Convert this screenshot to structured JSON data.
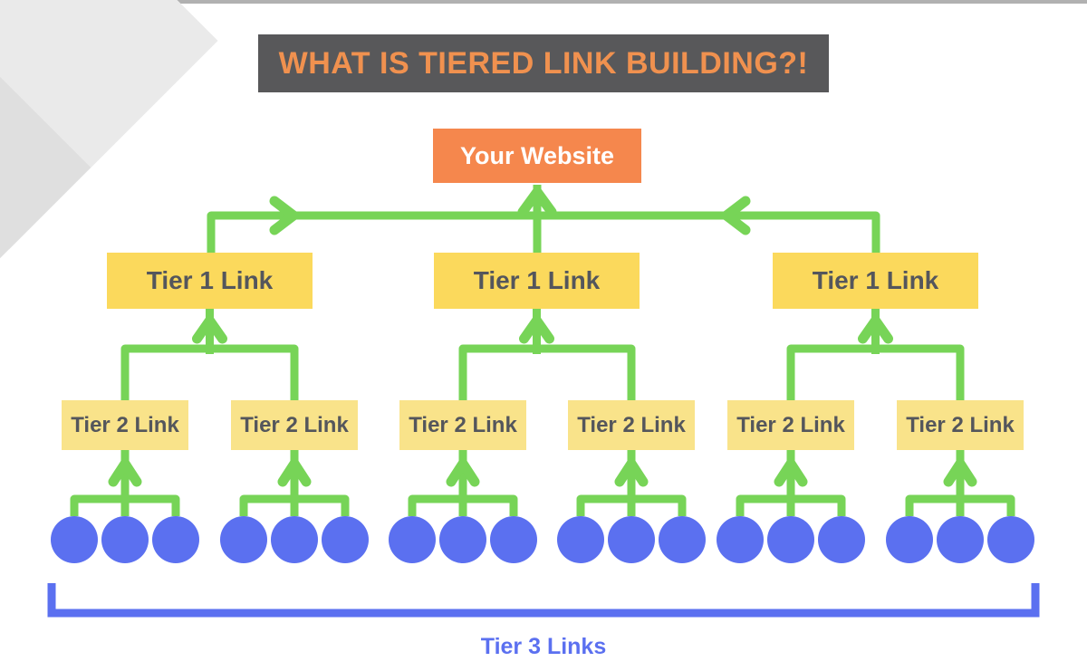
{
  "title": {
    "text": "WHAT IS TIERED LINK BUILDING?!"
  },
  "website_box": {
    "label": "Your Website"
  },
  "tier1": {
    "labels": [
      "Tier 1 Link",
      "Tier 1 Link",
      "Tier 1 Link"
    ]
  },
  "tier2": {
    "labels": [
      "Tier 2 Link",
      "Tier 2 Link",
      "Tier 2 Link",
      "Tier 2 Link",
      "Tier 2 Link",
      "Tier 2 Link"
    ]
  },
  "tier3": {
    "label": "Tier 3 Links",
    "groups": 6,
    "circles_per_group": 3
  },
  "colors": {
    "title_bg": "#58585a",
    "title_text": "#f0914f",
    "orange": "#f5874d",
    "tier1_yellow": "#fbd95c",
    "tier2_yellow": "#f9e38a",
    "box_text": "#54565c",
    "connector_green": "#77d457",
    "tier3_blue": "#5b70f0",
    "top_bar": "#b1b1b1",
    "diamond_light": "#eaeaea",
    "diamond_dark": "#dfdfdf"
  }
}
